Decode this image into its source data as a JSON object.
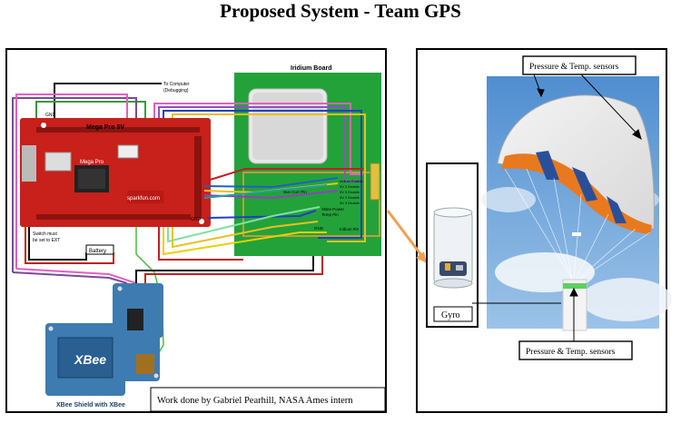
{
  "title": "Proposed System - Team GPS",
  "left_panel": {
    "iridium_label": "Iridium Board",
    "to_computer_line1": "To Computer",
    "to_computer_line2": "(Debugging)",
    "mega_label": "Mega Pro 5V",
    "mega_chip_label": "Mega Pro",
    "brand_label": "sparkfun.com",
    "switch_line1": "Switch must",
    "switch_line2": "be set to EXT",
    "battery_label": "Battery",
    "gnd_label": "GND",
    "sun_curr_label": "Sun Curr Pin",
    "xbee_power_label": "XBee Power",
    "temp_pin_label": "Temp Pin",
    "gnd_board_label": "GND",
    "iridium_rx_label": "Iridium RX",
    "enable_labels": [
      "Iridium Enable",
      "5V 2 Enable",
      "5V 3 Enable",
      "3V 2 Enable",
      "3V 3 Enable"
    ],
    "xbee_logo": "XBee",
    "xbee_caption": "XBee Shield with XBee",
    "credit": "Work done by Gabriel Pearhill, NASA Ames intern"
  },
  "right_panel": {
    "top_sensor_label": "Pressure & Temp. sensors",
    "gyro_label": "Gyro",
    "bottom_sensor_label": "Pressure & Temp. sensors"
  },
  "colors": {
    "board_red": "#c8201a",
    "iridium_green": "#23a23a",
    "xbee_blue": "#3e7bb0",
    "canopy_orange": "#e8791f",
    "canopy_blue": "#2a4f9a",
    "arrow_orange": "#f0a050",
    "sky": "#5d9ad4"
  }
}
